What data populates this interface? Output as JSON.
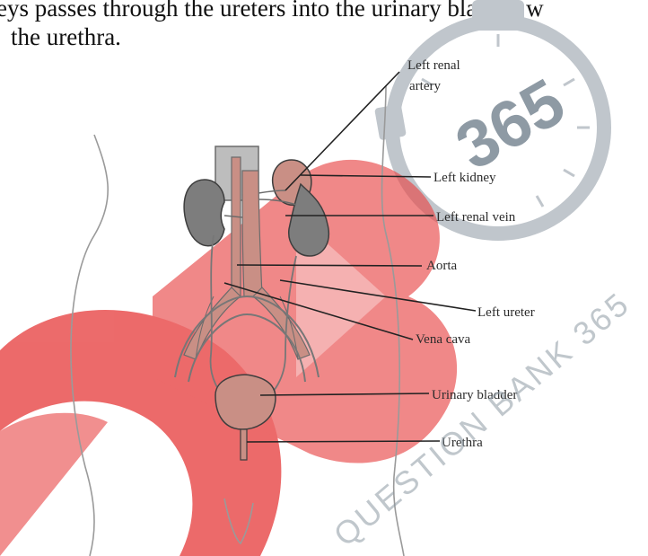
{
  "document": {
    "line1": "eys passes through the ureters into the urinary bladder w",
    "line2": "the urethra."
  },
  "figure": {
    "labels": {
      "left_renal_artery_1": "Left renal",
      "left_renal_artery_2": "artery",
      "left_kidney": "Left kidney",
      "left_renal_vein": "Left renal vein",
      "aorta": "Aorta",
      "left_ureter": "Left ureter",
      "vena_cava": "Vena cava",
      "urinary_bladder": "Urinary bladder",
      "urethra": "Urethra"
    }
  },
  "watermark": {
    "logo_number": "365",
    "text": "QUESTION BANK 365",
    "colors": {
      "logo_red": "#e84a4a",
      "timer_gray": "#c0c6cc",
      "text_gray": "#8e9aa4"
    }
  },
  "colors": {
    "organ_fill": "#c98f85",
    "organ_dark": "#a96a62",
    "kidney_gray": "#7d7d7d",
    "outline": "#4a4a4a"
  }
}
